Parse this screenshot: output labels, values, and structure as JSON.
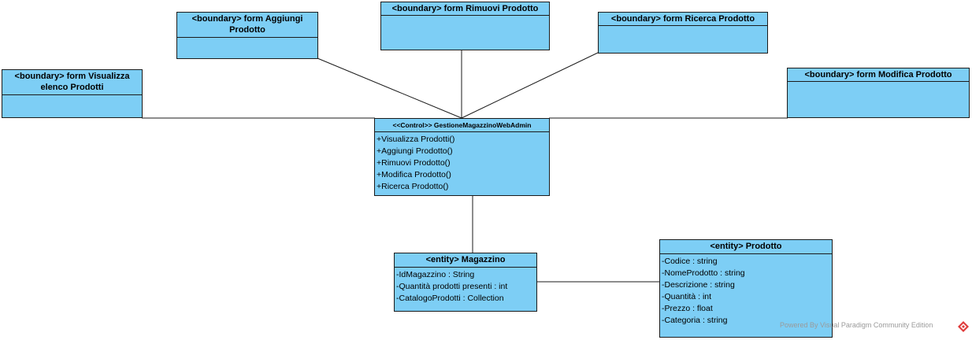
{
  "classes": {
    "form_aggiungi": {
      "title": "<boundary> form Aggiungi Prodotto",
      "rows": []
    },
    "form_rimuovi": {
      "title": "<boundary> form Rimuovi Prodotto",
      "rows": []
    },
    "form_ricerca": {
      "title": "<boundary> form Ricerca Prodotto",
      "rows": []
    },
    "form_visualizza": {
      "title": "<boundary> form Visualizza elenco Prodotti",
      "rows": []
    },
    "form_modifica": {
      "title": "<boundary> form Modifica Prodotto",
      "rows": []
    },
    "control": {
      "title": "<<Control>> GestioneMagazzinoWebAdmin",
      "rows": [
        "+Visualizza Prodotti()",
        "+Aggiungi Prodotto()",
        "+Rimuovi Prodotto()",
        "+Modifica Prodotto()",
        "+Ricerca Prodotto()"
      ]
    },
    "magazzino": {
      "title": "<entity> Magazzino",
      "rows": [
        "-IdMagazzino : String",
        "-Quantità prodotti presenti : int",
        "-CatalogoProdotti : Collection"
      ]
    },
    "prodotto": {
      "title": "<entity> Prodotto",
      "rows": [
        "-Codice : string",
        "-NomeProdotto : string",
        "-Descrizione : string",
        "-Quantità : int",
        "-Prezzo : float",
        "-Categoria : string"
      ]
    }
  },
  "footer": {
    "text": "Powered By  Visual Paradigm Community Edition"
  },
  "colors": {
    "class_fill": "#7dcef5",
    "border": "#1b1b1b",
    "logo": "#e03c3c"
  }
}
